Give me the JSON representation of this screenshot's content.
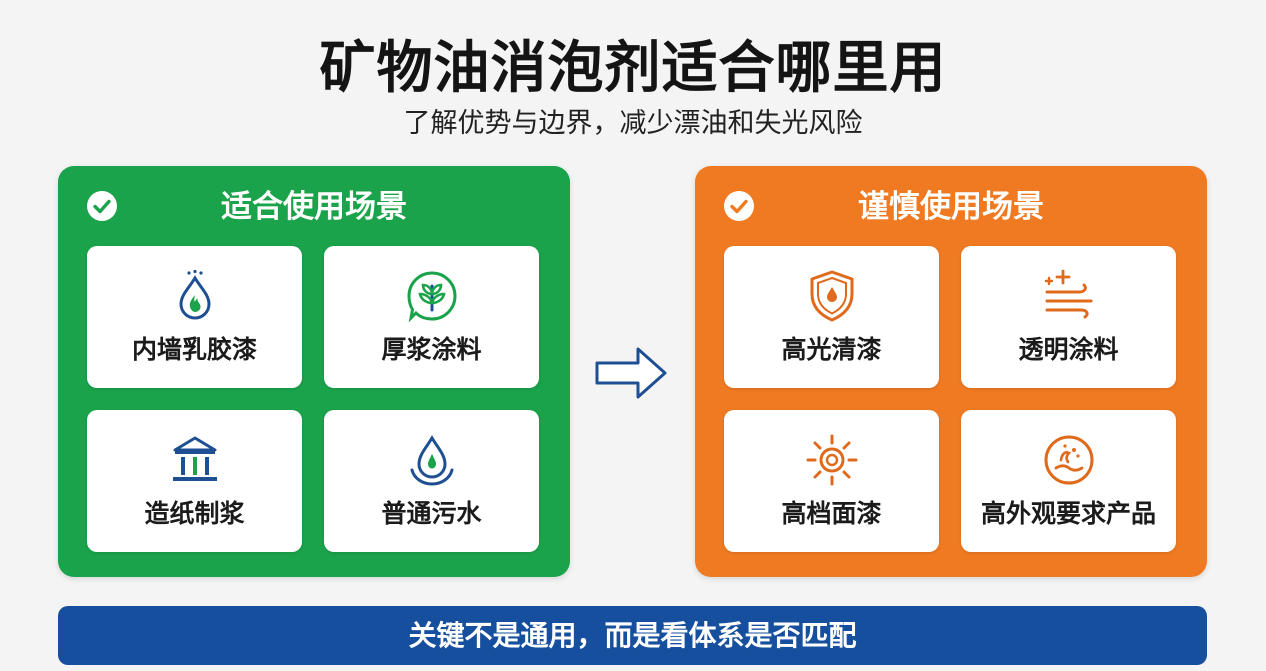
{
  "header": {
    "title": "矿物油消泡剂适合哪里用",
    "subtitle": "了解优势与边界，减少漂油和失光风险"
  },
  "suitable": {
    "title": "适合使用场景",
    "color": "#1aa34a",
    "items": [
      {
        "label": "内墙乳胶漆",
        "icon": "water-drop-flame-icon"
      },
      {
        "label": "厚浆涂料",
        "icon": "plant-badge-icon"
      },
      {
        "label": "造纸制浆",
        "icon": "paper-mill-building-icon"
      },
      {
        "label": "普通污水",
        "icon": "water-drop-ripple-icon"
      }
    ]
  },
  "caution": {
    "title": "谨慎使用场景",
    "color": "#ef7a22",
    "items": [
      {
        "label": "高光清漆",
        "icon": "shield-icon"
      },
      {
        "label": "透明涂料",
        "icon": "sparkle-lines-icon"
      },
      {
        "label": "高档面漆",
        "icon": "sun-icon"
      },
      {
        "label": "高外观要求产品",
        "icon": "splash-circle-icon"
      }
    ]
  },
  "footer": {
    "banner_text": "关键不是通用，而是看体系是否匹配",
    "color": "#164f9d"
  },
  "colors": {
    "icon_blue": "#1f4f93",
    "icon_green": "#1aa34a",
    "icon_orange": "#e06a1b"
  }
}
